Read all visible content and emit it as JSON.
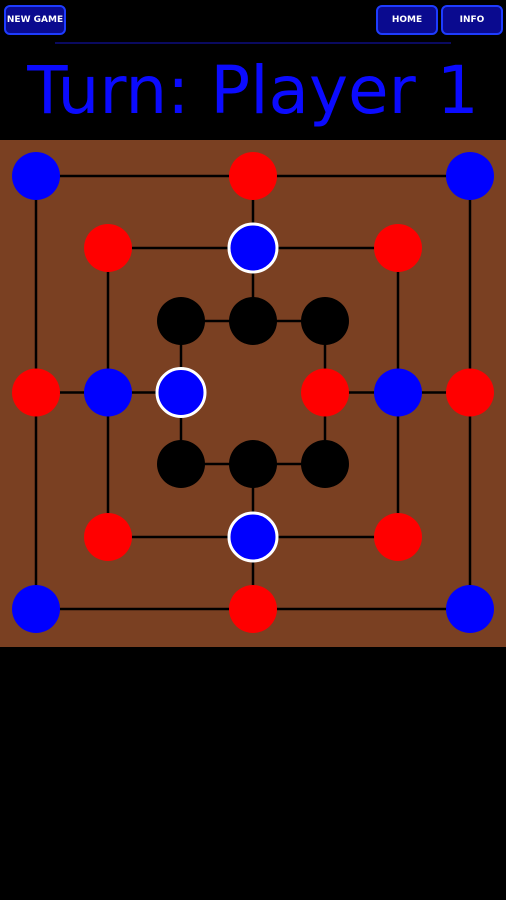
{
  "header": {
    "new_game_label": "NEW GAME",
    "home_label": "HOME",
    "info_label": "INFO"
  },
  "status": {
    "turn_text": "Turn: Player 1"
  },
  "colors": {
    "board": "#7a4022",
    "line": "#000000",
    "player1": "#0000ff",
    "player2": "#ff0000",
    "empty": "#000000",
    "highlight": "#ffffff"
  },
  "board": {
    "rings": [
      "outer",
      "middle",
      "inner"
    ],
    "points": [
      {
        "ring": "outer",
        "pos": "top-left",
        "state": "player1"
      },
      {
        "ring": "outer",
        "pos": "top-mid",
        "state": "player2"
      },
      {
        "ring": "outer",
        "pos": "top-right",
        "state": "player1"
      },
      {
        "ring": "outer",
        "pos": "mid-left",
        "state": "player2"
      },
      {
        "ring": "outer",
        "pos": "mid-right",
        "state": "player2"
      },
      {
        "ring": "outer",
        "pos": "bottom-left",
        "state": "player1"
      },
      {
        "ring": "outer",
        "pos": "bottom-mid",
        "state": "player2"
      },
      {
        "ring": "outer",
        "pos": "bottom-right",
        "state": "player1"
      },
      {
        "ring": "middle",
        "pos": "top-left",
        "state": "player2"
      },
      {
        "ring": "middle",
        "pos": "top-mid",
        "state": "player1",
        "highlight": true
      },
      {
        "ring": "middle",
        "pos": "top-right",
        "state": "player2"
      },
      {
        "ring": "middle",
        "pos": "mid-left",
        "state": "player1"
      },
      {
        "ring": "middle",
        "pos": "mid-right",
        "state": "player1"
      },
      {
        "ring": "middle",
        "pos": "bottom-left",
        "state": "player2"
      },
      {
        "ring": "middle",
        "pos": "bottom-mid",
        "state": "player1",
        "highlight": true
      },
      {
        "ring": "middle",
        "pos": "bottom-right",
        "state": "player2"
      },
      {
        "ring": "inner",
        "pos": "top-left",
        "state": "empty"
      },
      {
        "ring": "inner",
        "pos": "top-mid",
        "state": "empty"
      },
      {
        "ring": "inner",
        "pos": "top-right",
        "state": "empty"
      },
      {
        "ring": "inner",
        "pos": "mid-left",
        "state": "player1",
        "highlight": true
      },
      {
        "ring": "inner",
        "pos": "mid-right",
        "state": "player2"
      },
      {
        "ring": "inner",
        "pos": "bottom-left",
        "state": "empty"
      },
      {
        "ring": "inner",
        "pos": "bottom-mid",
        "state": "empty"
      },
      {
        "ring": "inner",
        "pos": "bottom-right",
        "state": "empty"
      }
    ]
  }
}
